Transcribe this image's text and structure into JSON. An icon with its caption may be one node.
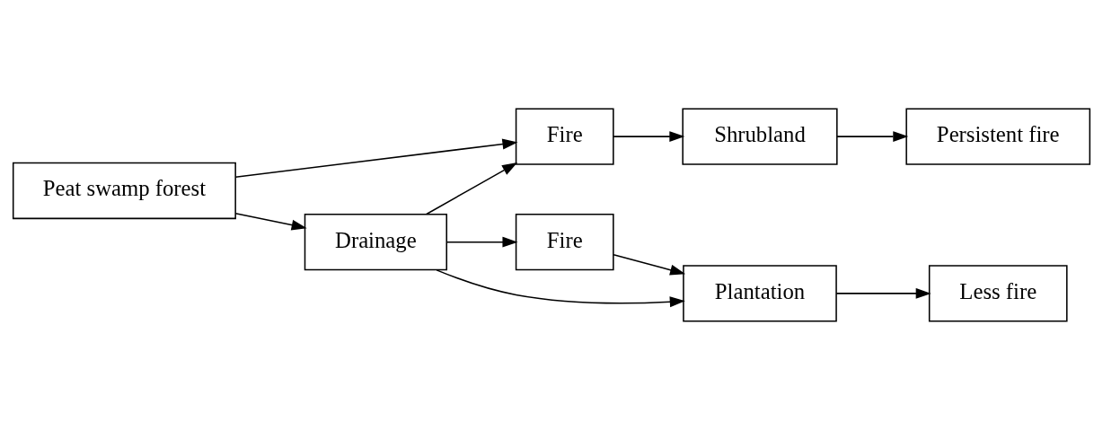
{
  "diagram": {
    "nodes": [
      {
        "text": [
          "Peat swamp forest"
        ]
      },
      {
        "text": [
          "Drainage"
        ]
      },
      {
        "text": [
          "Fire"
        ]
      },
      {
        "text": [
          "Shrubland"
        ]
      },
      {
        "text": [
          "Persistent fire"
        ]
      },
      {
        "text": [
          "Fire"
        ]
      },
      {
        "text": [
          "Plantation"
        ]
      },
      {
        "text": [
          "Less fire"
        ]
      }
    ],
    "edges": [
      {
        "from": 0,
        "to": 1,
        "arrow": "to"
      },
      {
        "from": 0,
        "to": 2,
        "arrow": "to"
      },
      {
        "from": 1,
        "to": 2,
        "arrow": "to"
      },
      {
        "from": 2,
        "to": 3,
        "arrow": "to"
      },
      {
        "from": 3,
        "to": 4,
        "arrow": "to"
      },
      {
        "from": 1,
        "to": 5,
        "arrow": "to"
      },
      {
        "from": 1,
        "to": 6,
        "arrow": "to"
      },
      {
        "from": 5,
        "to": 6,
        "arrow": "to"
      },
      {
        "from": 6,
        "to": 7,
        "arrow": "to"
      }
    ]
  }
}
